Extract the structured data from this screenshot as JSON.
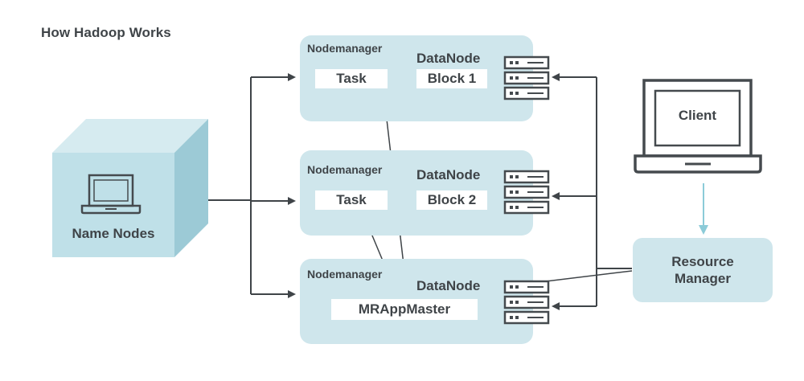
{
  "title": "How Hadoop Works",
  "name_node": {
    "label": "Name Nodes"
  },
  "client": {
    "label": "Client"
  },
  "resource_manager": {
    "line1": "Resource",
    "line2": "Manager"
  },
  "nodes": [
    {
      "nodemanager": "Nodemanager",
      "datanode": "DataNode",
      "task": "Task",
      "block": "Block 1"
    },
    {
      "nodemanager": "Nodemanager",
      "datanode": "DataNode",
      "task": "Task",
      "block": "Block 2"
    },
    {
      "nodemanager": "Nodemanager",
      "datanode": "DataNode",
      "app_master": "MRAppMaster"
    }
  ],
  "colors": {
    "box_fill": "#cfe6ec",
    "cube_front": "#bfe0e8",
    "cube_top": "#d6ebf0",
    "cube_side": "#9ccad6",
    "icon_stroke": "#454a4e",
    "arrow": "#3f4448",
    "client_arrow": "#8ccbd8"
  }
}
